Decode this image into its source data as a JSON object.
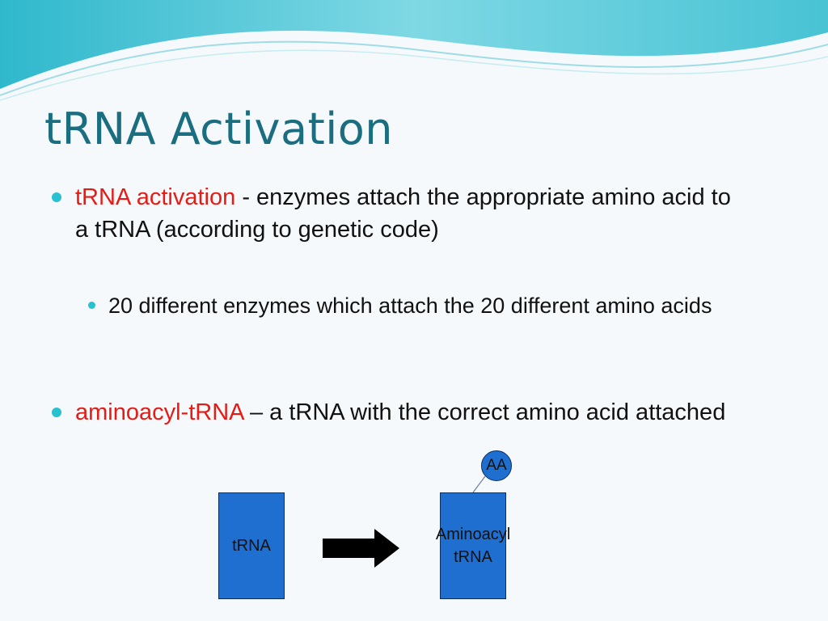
{
  "slide": {
    "title": "tRNA Activation",
    "bullets": [
      {
        "term": "tRNA activation",
        "text": " - enzymes attach the appropriate amino acid to a tRNA (according to genetic code)"
      },
      {
        "text": "20 different enzymes which attach the 20 different amino acids"
      },
      {
        "term": "aminoacyl-tRNA",
        "text": " – a tRNA with the correct amino acid attached"
      }
    ],
    "diagram": {
      "left_box": "tRNA",
      "right_box_line1": "Aminoacyl",
      "right_box_line2": "tRNA",
      "circle": "AA"
    }
  },
  "colors": {
    "title": "#1b6e80",
    "highlight": "#e51b16",
    "bullet_dot": "#27c1d0",
    "box_fill": "#1f6fd0",
    "arrow": "#000000"
  }
}
